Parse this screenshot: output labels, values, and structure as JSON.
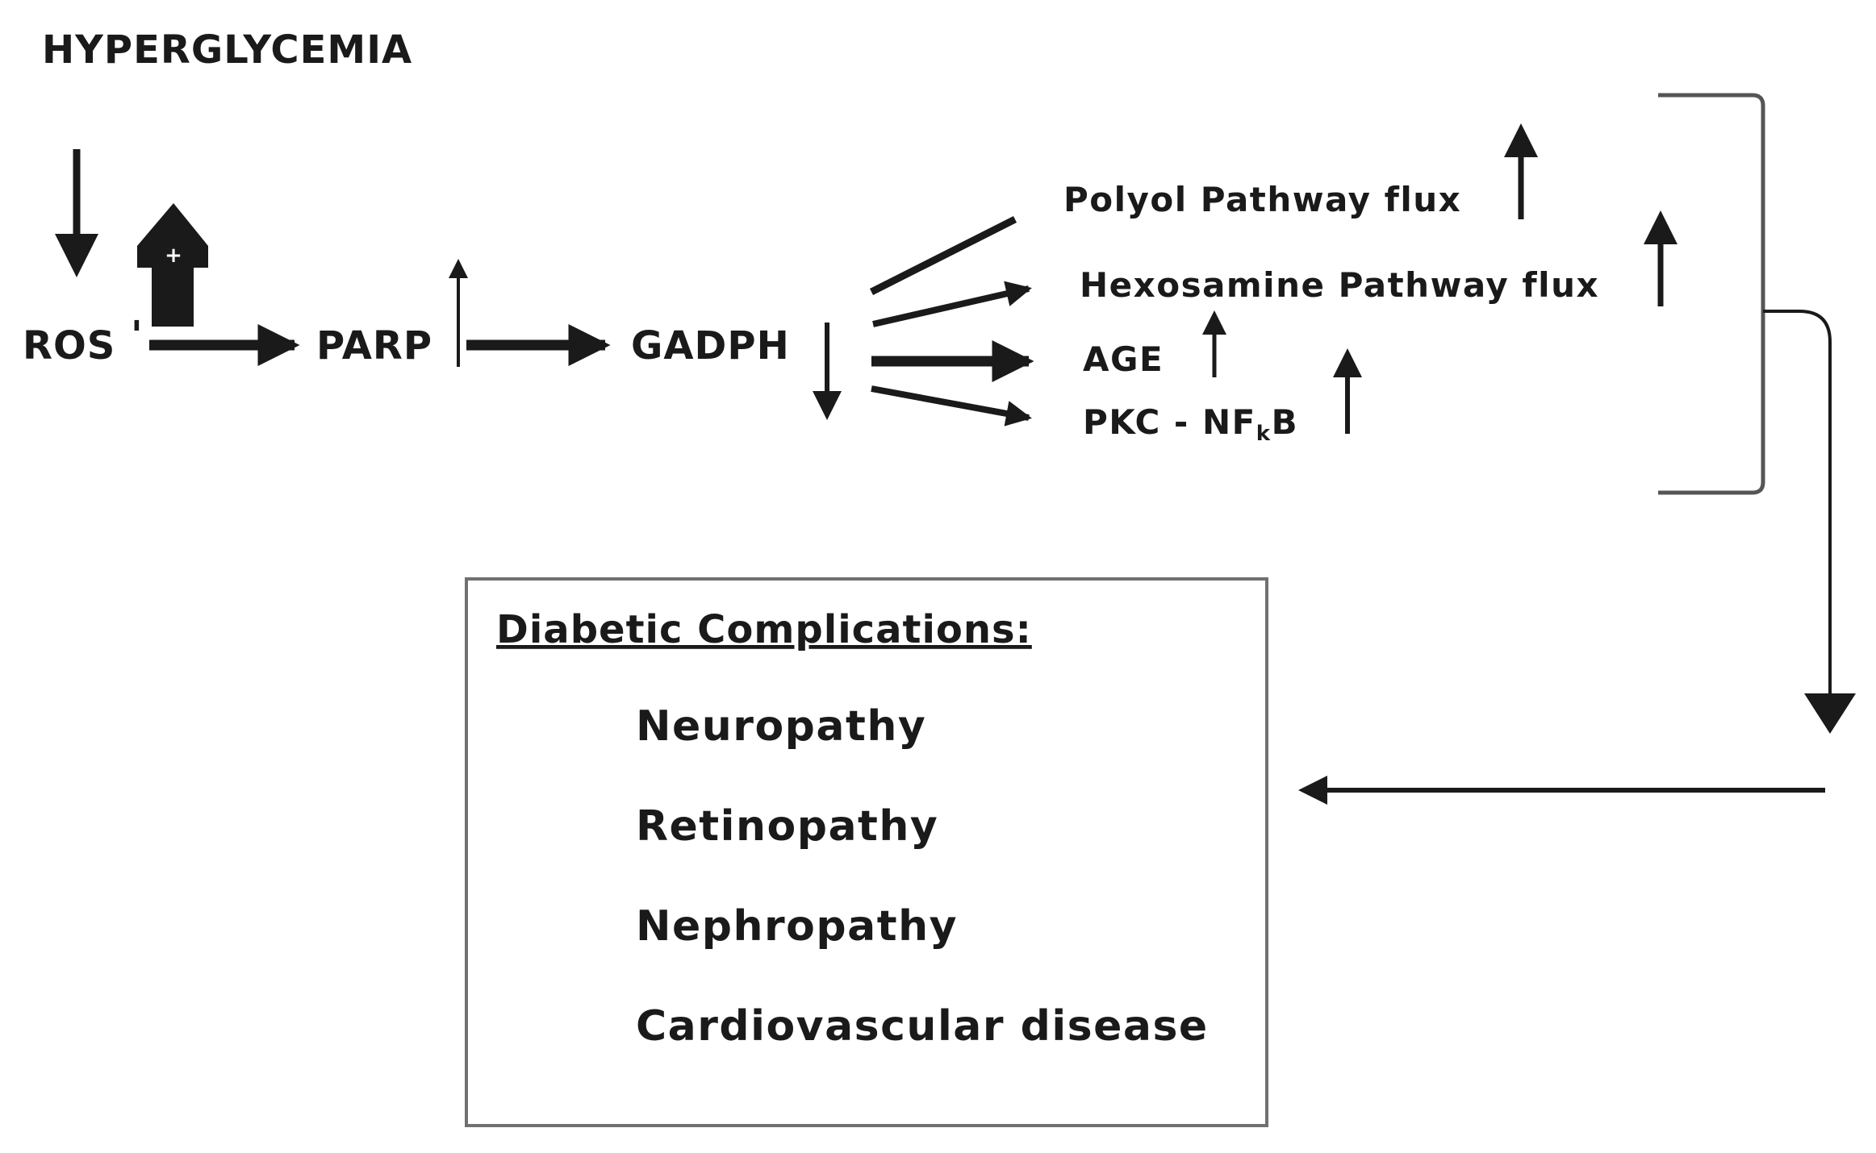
{
  "diagram": {
    "title": "HYPERGLYCEMIA",
    "nodes": {
      "ros": "ROS",
      "ros_mark": "'",
      "ros_badge": "+",
      "parp": "PARP",
      "gadph": "GADPH"
    },
    "pathways": [
      {
        "label": "Polyol Pathway flux",
        "trend": "up"
      },
      {
        "label": "Hexosamine Pathway flux",
        "trend": "up"
      },
      {
        "label": "AGE",
        "trend": "up"
      },
      {
        "label_main": "PKC - NF",
        "label_sub": "k",
        "label_tail": "B",
        "trend": "up"
      }
    ],
    "complications": {
      "title": "Diabetic Complications:",
      "items": [
        "Neuropathy",
        "Retinopathy",
        "Nephropathy",
        "Cardiovascular disease"
      ]
    },
    "colors": {
      "ink": "#1a1a1a",
      "bracket": "#555555",
      "box_border": "#707070",
      "background": "#ffffff"
    }
  }
}
